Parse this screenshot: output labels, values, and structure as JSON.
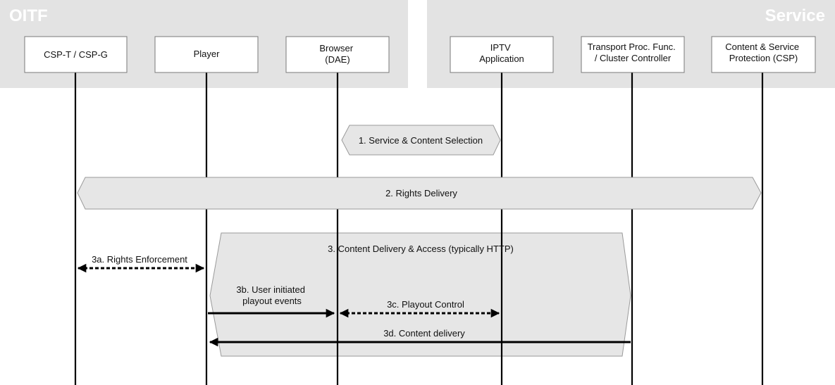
{
  "groups": {
    "left_title": "OITF",
    "right_title": "Service"
  },
  "actors": {
    "csp_t": [
      "CSP-T / CSP-G"
    ],
    "player": [
      "Player"
    ],
    "browser": [
      "Browser",
      "(DAE)"
    ],
    "iptv": [
      "IPTV",
      "Application"
    ],
    "transport": [
      "Transport Proc. Func.",
      "/ Cluster Controller"
    ],
    "csp": [
      "Content & Service",
      "Protection (CSP)"
    ]
  },
  "steps": {
    "s1": "1. Service & Content Selection",
    "s2": "2. Rights Delivery",
    "s3": "3. Content Delivery & Access (typically HTTP)",
    "s3a": "3a. Rights Enforcement",
    "s3b": [
      "3b. User initiated",
      "playout events"
    ],
    "s3c": "3c. Playout Control",
    "s3d": "3d. Content delivery"
  },
  "colors": {
    "group_bg": "#e3e3e3",
    "band_fill": "#e6e6e6",
    "band_stroke": "#9a9a9a",
    "line": "#000000"
  }
}
